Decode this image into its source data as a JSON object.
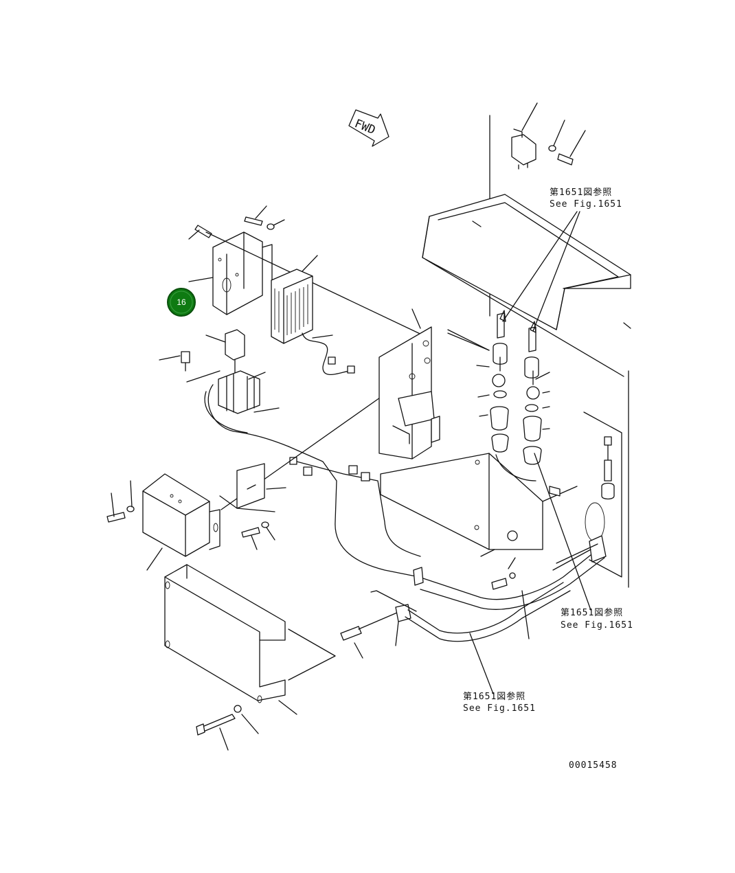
{
  "direction_label": "FWD",
  "reference_badge": {
    "number": "16",
    "color": "#0e7a12"
  },
  "callouts": [
    {
      "jp": "第1651図参照",
      "en": "See Fig.1651"
    },
    {
      "jp": "第1651図参照",
      "en": "See Fig.1651"
    },
    {
      "jp": "第1651図参照",
      "en": "See Fig.1651"
    }
  ],
  "drawing_number": "00015458"
}
